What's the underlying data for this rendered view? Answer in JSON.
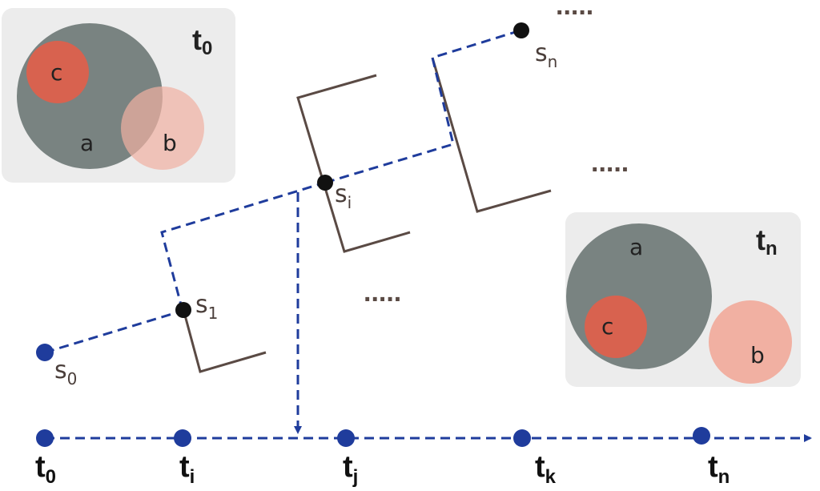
{
  "colors": {
    "blue": "#1f3c9c",
    "bracket": "#5a4a44",
    "panel": "#ececec",
    "big_circle": "#798381",
    "c_circle": "#d8624f",
    "b_circle": "#f1b0a2",
    "text": "#222222",
    "dots": "#5a4a44"
  },
  "panel_t0": {
    "title": "t",
    "sub": "0",
    "a": "a",
    "b": "b",
    "c": "c"
  },
  "panel_tn": {
    "title": "t",
    "sub": "n",
    "a": "a",
    "b": "b",
    "c": "c"
  },
  "states": [
    {
      "main": "s",
      "sub": "0"
    },
    {
      "main": "s",
      "sub": "1"
    },
    {
      "main": "s",
      "sub": "i"
    },
    {
      "main": "s",
      "sub": "n"
    }
  ],
  "timeline": [
    {
      "main": "t",
      "sub": "0"
    },
    {
      "main": "t",
      "sub": "i"
    },
    {
      "main": "t",
      "sub": "j"
    },
    {
      "main": "t",
      "sub": "k"
    },
    {
      "main": "t",
      "sub": "n"
    }
  ],
  "ellipsis": "....."
}
